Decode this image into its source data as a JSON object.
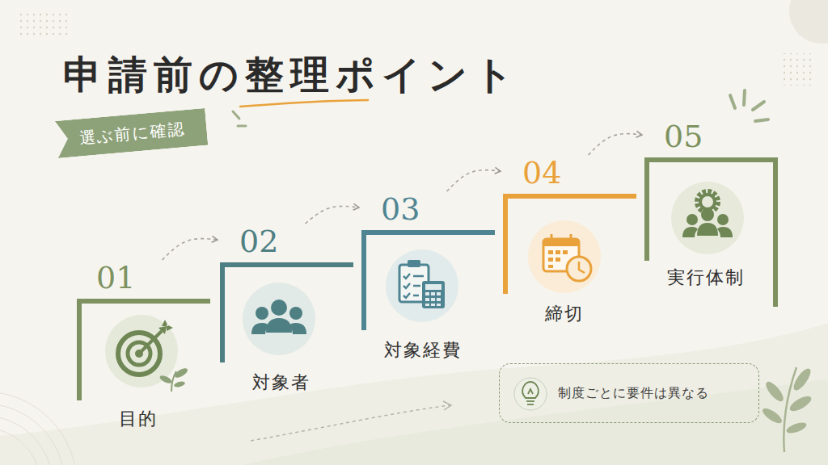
{
  "diagram": {
    "title": "申請前の整理ポイント",
    "nodes": [
      {
        "text": [
          "選ぶ前に確認"
        ]
      },
      {
        "text": [
          "01",
          "目的"
        ]
      },
      {
        "text": [
          "02",
          "対象者"
        ]
      },
      {
        "text": [
          "03",
          "対象経費"
        ]
      },
      {
        "text": [
          "04",
          "締切"
        ]
      },
      {
        "text": [
          "05",
          "実行体制"
        ]
      },
      {
        "text": [
          "制度ごとに要件は異なる"
        ]
      }
    ],
    "edges": [
      {
        "from": 1,
        "to": 2,
        "arrow": "to"
      },
      {
        "from": 2,
        "to": 3,
        "arrow": "to"
      },
      {
        "from": 3,
        "to": 4,
        "arrow": "to"
      },
      {
        "from": 4,
        "to": 5,
        "arrow": "to"
      }
    ]
  }
}
